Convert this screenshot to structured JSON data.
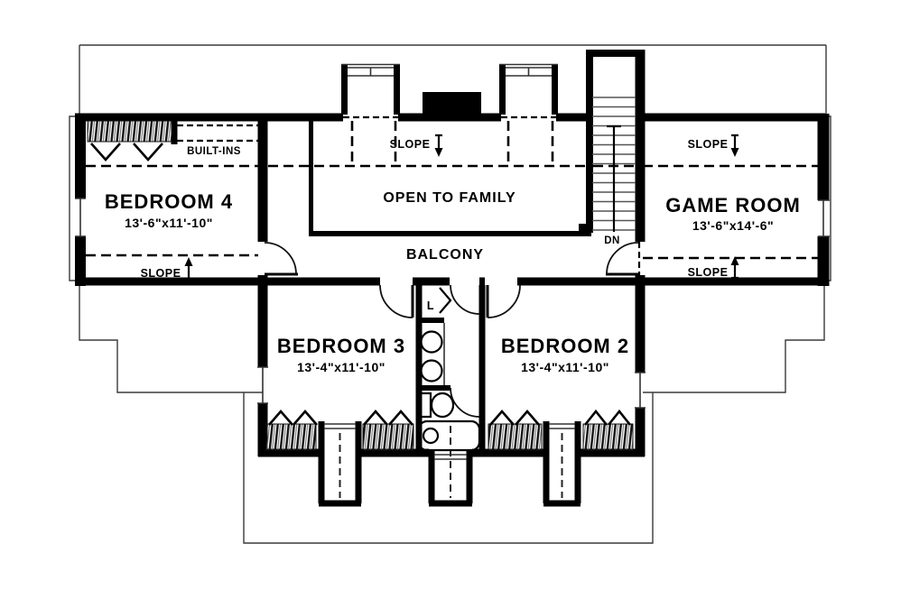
{
  "rooms": {
    "bedroom_4": {
      "label": "BEDROOM 4",
      "dims": "13'-6\"x11'-10\""
    },
    "bedroom_3": {
      "label": "BEDROOM 3",
      "dims": "13'-4\"x11'-10\""
    },
    "bedroom_2": {
      "label": "BEDROOM 2",
      "dims": "13'-4\"x11'-10\""
    },
    "game_room": {
      "label": "GAME ROOM",
      "dims": "13'-6\"x14'-6\""
    },
    "open_to_family": {
      "label": "OPEN TO FAMILY"
    },
    "balcony": {
      "label": "BALCONY"
    }
  },
  "labels": {
    "built_ins": "BUILT-INS",
    "slope": "SLOPE",
    "down": "DN",
    "linen": "L"
  },
  "colors": {
    "ink": "#000000",
    "paper": "#ffffff"
  }
}
